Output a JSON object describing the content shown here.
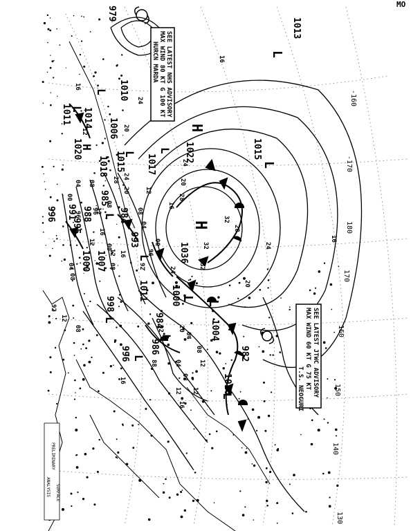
{
  "map": {
    "storms": {
      "marda": {
        "line1": "HURCN MARDA",
        "line2": "MAX WIND 80 KT G 100 KT",
        "line3": "SEE LATEST NHS ADVISORY"
      },
      "neoguri": {
        "line1": "T.S. NEOGURI",
        "line2": "MAX WIND 60 KT G 75 KT",
        "line3": "SEE LATEST JTWC ADVISORY"
      }
    },
    "longitudes": [
      "-160",
      "-170",
      "180",
      "170",
      "160",
      "150",
      "140",
      "130"
    ],
    "pressure_centers": [
      {
        "type": "H",
        "value": "1036"
      },
      {
        "type": "H",
        "value": "1022"
      },
      {
        "type": "L",
        "value": "1013"
      },
      {
        "type": "L",
        "value": "1015"
      },
      {
        "type": "L",
        "value": "1004"
      },
      {
        "type": "L",
        "value": "1000"
      },
      {
        "type": "L",
        "value": "982"
      },
      {
        "type": "L",
        "value": "986"
      },
      {
        "type": "L",
        "value": "984"
      },
      {
        "type": "L",
        "value": "996"
      },
      {
        "type": "L",
        "value": "998"
      },
      {
        "type": "L",
        "value": "1016"
      },
      {
        "type": "L",
        "value": "1006"
      },
      {
        "type": "L",
        "value": "1010"
      },
      {
        "type": "L",
        "value": "979"
      },
      {
        "type": "L",
        "value": "993"
      },
      {
        "type": "L",
        "value": "985"
      },
      {
        "type": "L",
        "value": "984"
      },
      {
        "type": "L",
        "value": "988"
      },
      {
        "type": "L",
        "value": "991"
      },
      {
        "type": "L",
        "value": "995"
      },
      {
        "type": "L",
        "value": "996"
      },
      {
        "type": "L",
        "value": "1000"
      },
      {
        "type": "L",
        "value": "1007"
      },
      {
        "type": "L",
        "value": "1011"
      },
      {
        "type": "L",
        "value": "1017"
      },
      {
        "type": "L",
        "value": "1015"
      },
      {
        "type": "L",
        "value": "1018"
      },
      {
        "type": "L",
        "value": "1020"
      },
      {
        "type": "L",
        "value": "1011"
      },
      {
        "type": "L",
        "value": "1014"
      }
    ],
    "isobar_labels": [
      "16",
      "16",
      "20",
      "24",
      "28",
      "32",
      "32",
      "32",
      "28",
      "24",
      "24",
      "20",
      "16",
      "12",
      "08",
      "04",
      "00",
      "96",
      "92",
      "08",
      "12",
      "16",
      "04",
      "08",
      "12",
      "16",
      "20",
      "24",
      "28",
      "08",
      "12",
      "00",
      "96",
      "88",
      "92",
      "04",
      "08",
      "12",
      "16",
      "12",
      "08",
      "04",
      "20",
      "20",
      "24",
      "16",
      "12",
      "08",
      "04",
      "00",
      "96",
      "92",
      "08",
      "12",
      "16",
      "12"
    ],
    "stamp_lines": [
      "ANALYSIS",
      "PRELIMINARY",
      "SURFACE"
    ],
    "corner_text": "MO"
  }
}
